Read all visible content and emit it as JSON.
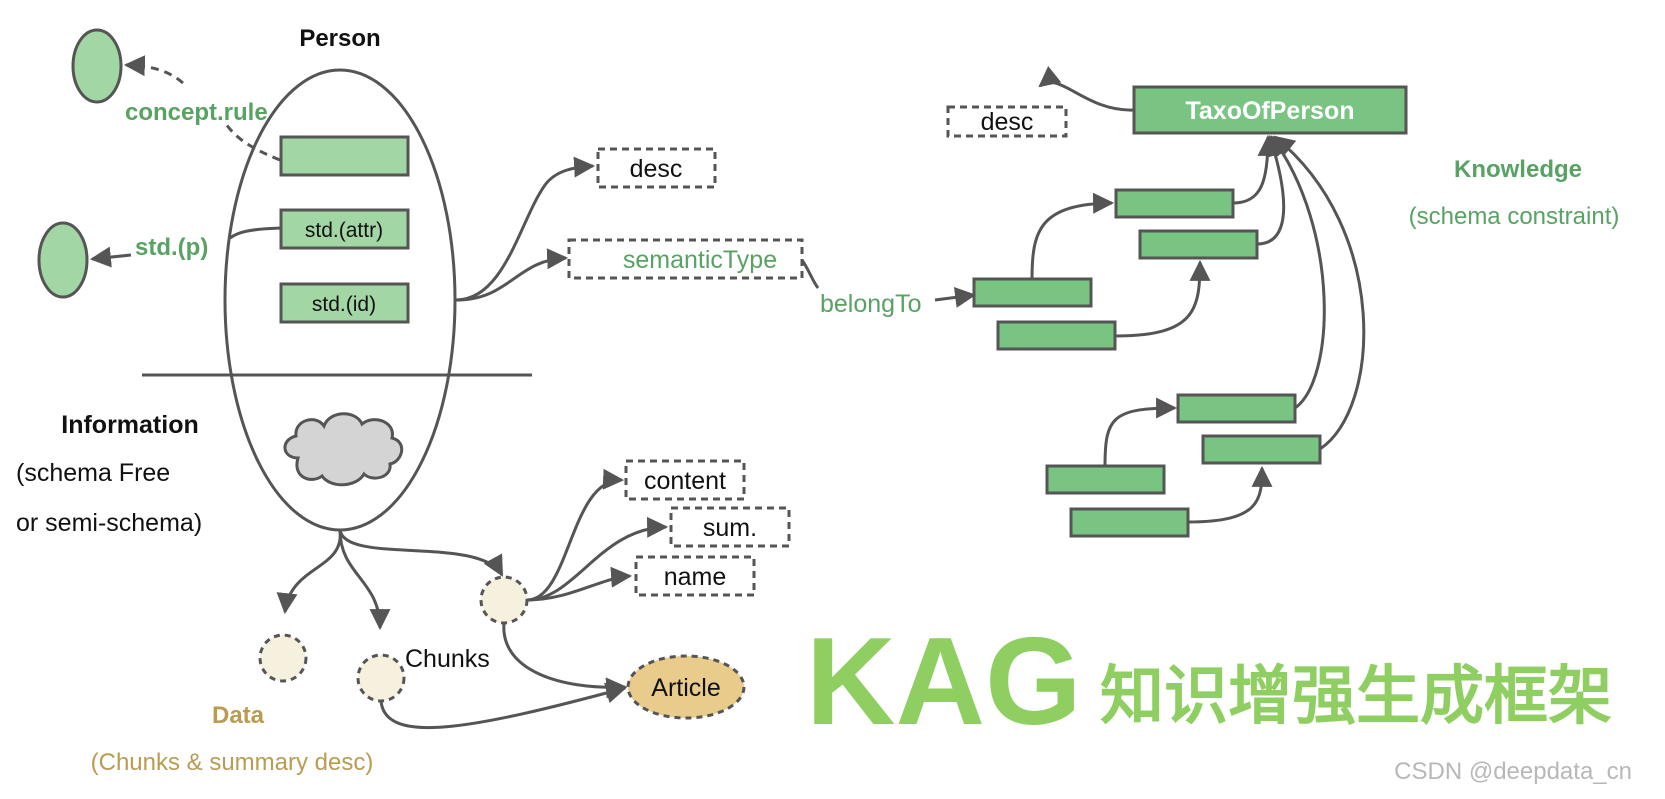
{
  "person": {
    "title": "Person",
    "concept_rule": "concept.rule",
    "std_p": "std.(p)",
    "std_attr": "std.(attr)",
    "std_id": "std.(id)"
  },
  "props_top": {
    "desc": "desc",
    "semantic_type": "semanticType",
    "belong_to": "belongTo"
  },
  "information": {
    "title": "Information",
    "line1": "(schema Free",
    "line2": "or semi-schema)"
  },
  "data_section": {
    "title": "Data",
    "subtitle": "(Chunks & summary desc)",
    "chunks": "Chunks",
    "article": "Article"
  },
  "props_bottom": {
    "content": "content",
    "sum": "sum.",
    "name": "name"
  },
  "knowledge": {
    "title": "Knowledge",
    "subtitle": "(schema constraint)",
    "taxo": "TaxoOfPerson",
    "desc": "desc"
  },
  "banner": {
    "kag": "KAG",
    "cn": "知识增强生成框架"
  },
  "watermark": "CSDN @deepdata_cn",
  "colors": {
    "green_fill": "#79c482",
    "green_light": "#a3d6a5",
    "green_text": "#58a263",
    "stroke": "#555555",
    "gold_text": "#b99b52",
    "gold_fill": "#e9cc8b",
    "cream": "#f6f0df",
    "banner": "#8fcf62"
  }
}
